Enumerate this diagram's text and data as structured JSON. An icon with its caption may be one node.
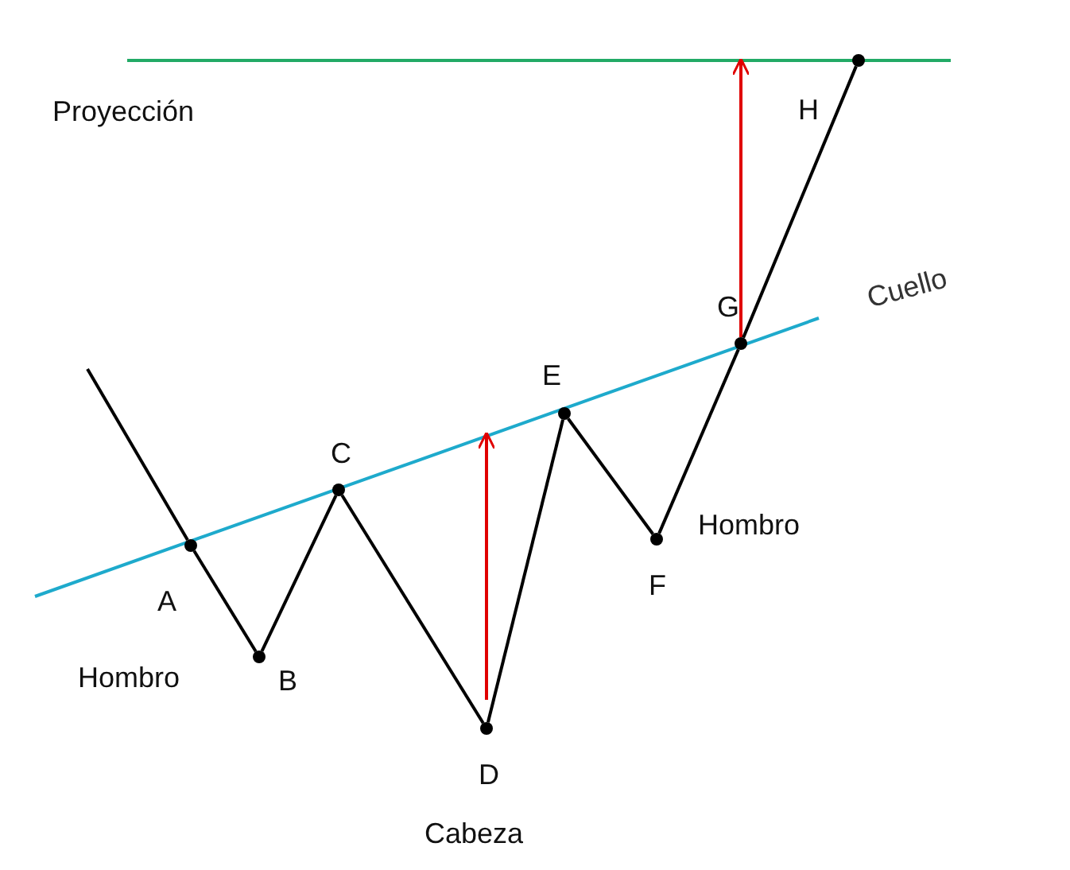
{
  "diagram": {
    "nodes": [
      {
        "text": [],
        "shape": "circle",
        "beside": [
          "A"
        ]
      },
      {
        "text": [],
        "shape": "circle",
        "beside": [
          "B"
        ]
      },
      {
        "text": [],
        "shape": "circle",
        "beside": [
          "C"
        ]
      },
      {
        "text": [],
        "shape": "circle",
        "beside": [
          "D"
        ]
      },
      {
        "text": [],
        "shape": "circle",
        "beside": [
          "E"
        ]
      },
      {
        "text": [],
        "shape": "circle",
        "beside": [
          "F"
        ]
      },
      {
        "text": [],
        "shape": "circle",
        "beside": [
          "G"
        ]
      },
      {
        "text": [],
        "shape": "circle",
        "beside": [
          "H"
        ]
      }
    ],
    "edges": [
      {
        "from": null,
        "to": 0,
        "arrow": "none"
      },
      {
        "from": 0,
        "to": 1,
        "arrow": "none"
      },
      {
        "from": 1,
        "to": 2,
        "arrow": "none"
      },
      {
        "from": 2,
        "to": 3,
        "arrow": "none"
      },
      {
        "from": 3,
        "to": 4,
        "arrow": "none"
      },
      {
        "from": 4,
        "to": 5,
        "arrow": "none"
      },
      {
        "from": 5,
        "to": 6,
        "arrow": "none"
      },
      {
        "from": 6,
        "to": 7,
        "arrow": "none"
      }
    ],
    "labels": [
      "Proyección",
      "Cuello",
      "Hombro",
      "Hombro",
      "Cabeza"
    ]
  }
}
